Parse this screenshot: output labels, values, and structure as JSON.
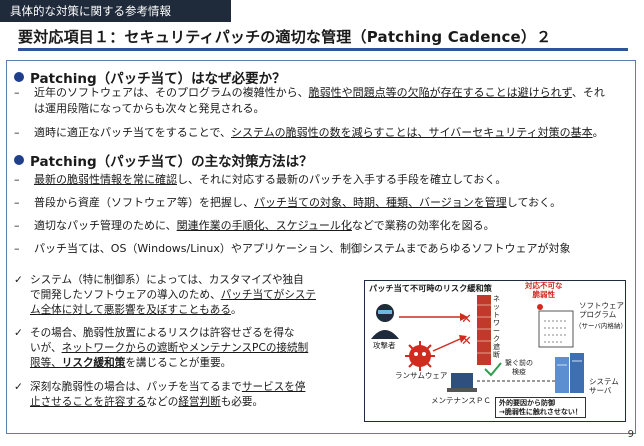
{
  "header": {
    "tag": "具体的な対策に関する参考情報",
    "title": "要対応項目１：セキュリティパッチの適切な管理（Patching Cadence）２"
  },
  "section1": {
    "heading": "Patching（パッチ当て）はなぜ必要か？",
    "b1": {
      "p1": "近年のソフトウェアは、そのプログラムの複雑性から、",
      "u1": "脆弱性や問題点等の欠陥が存在することは避けられず",
      "p2": "、それ",
      "line2": "は運用段階になってからも次々と発見される。"
    },
    "b2": {
      "p1": "適時に適正なパッチ当てをすることで、",
      "u1": "システムの脆弱性の数を減らすことは、サイバーセキュリティ対策の基本",
      "p2": "。"
    }
  },
  "section2": {
    "heading": "Patching（パッチ当て）の主な対策方法は？",
    "b1": {
      "u1": "最新の脆弱性情報を常に確認",
      "p1": "し、それに対応する最新のパッチを入手する手段を確立しておく。"
    },
    "b2": {
      "p1": "普段から資産（ソフトウェア等）を把握し、",
      "u1": "パッチ当ての対象、時期、種類、バージョンを管理",
      "p2": "しておく。"
    },
    "b3": {
      "p1": "適切なパッチ管理のために、",
      "u1": "関連作業の手順化、スケジュール化",
      "p2": "などで業務の効率化を図る。"
    },
    "b4": "パッチ当ては、OS（Windows/Linux）やアプリケーション、制御システムまであらゆるソフトウェアが対象"
  },
  "checks": {
    "c1": {
      "l1": "システム（特に制御系）によっては、カスタマイズや独自",
      "l2p": "で開発したソフトウェアの導入のため、",
      "l2u": "パッチ当てがシステ",
      "l3u": "ム全体に対して悪影響を及ぼすこともある",
      "l3p": "。"
    },
    "c2": {
      "l1": "その場合、脆弱性放置によるリスクは許容せざるを得な",
      "l2p": "いが、",
      "l2u": "ネットワークからの遮断やメンテナンスPCの接続制",
      "l3u": "限等、",
      "l3b": "リスク緩和策",
      "l3p": "を講じることが重要。"
    },
    "c3": {
      "l1p": "深刻な脆弱性の場合は、パッチを当てるまで",
      "l1u": "サービスを停",
      "l2u": "止させることを許容する",
      "l2p": "などの",
      "l2u2": "経営判断",
      "l2p2": "も必要。"
    }
  },
  "diagram": {
    "title": "パッチ当て不可時のリスク緩和策",
    "vuln_label": "対応不可な\n脆弱性",
    "software_label": "ソフトウェア\nプログラム",
    "software_sub": "（サーバ内格納）",
    "attacker": "攻撃者",
    "network_block": "ネットワーク遮断",
    "ransomware": "ランサムウェア",
    "connection_limit": "繋ぐ前の\n検疫",
    "maintenance_pc": "メンテナンスＰＣ",
    "system_server": "システム\nサーバ",
    "note_line1": "外的要因から防御",
    "note_line2": "→脆弱性に触れさせない！",
    "colors": {
      "accent": "#d12a1f",
      "firewall": "#c0392b",
      "navy": "#1f2a3a"
    }
  },
  "page_number": "9"
}
